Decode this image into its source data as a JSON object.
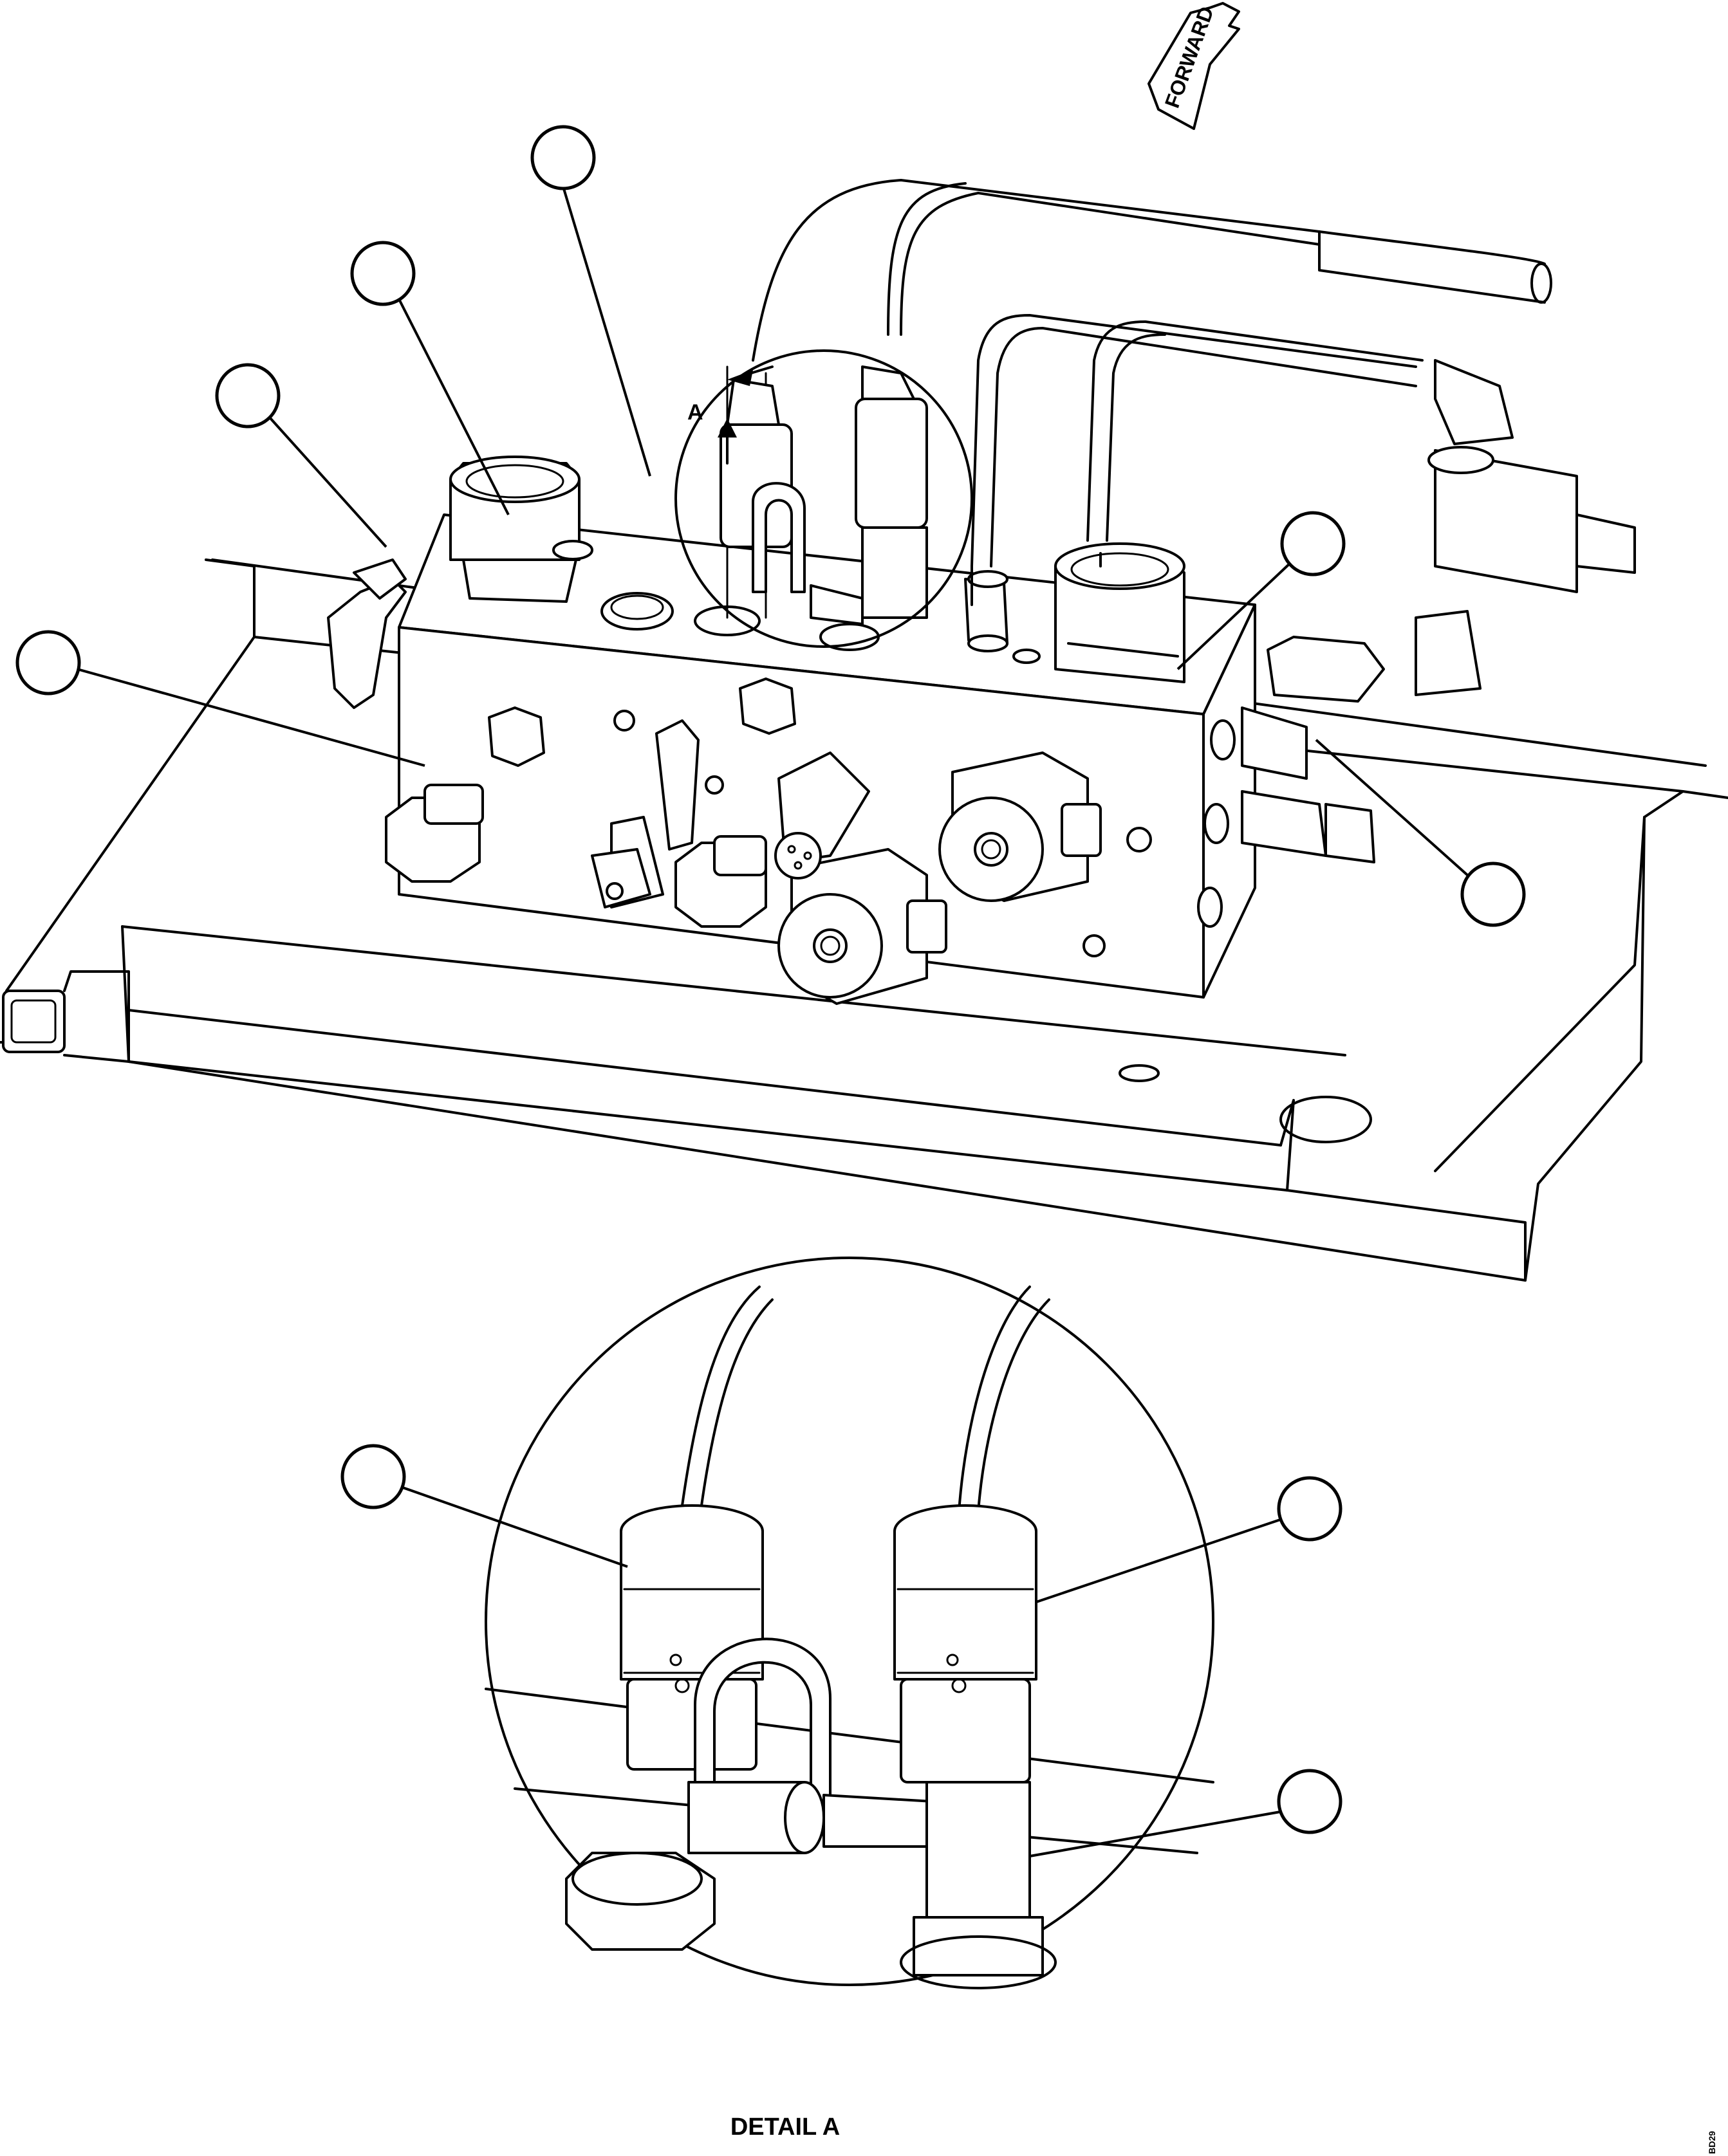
{
  "direction_arrow": {
    "label": "FORWARD"
  },
  "view_marker": {
    "letter": "A"
  },
  "detail_caption": "DETAIL A",
  "drawing_id": "BD29",
  "callouts": {
    "main_view": [
      "",
      "",
      "",
      "",
      "",
      ""
    ],
    "detail_view": [
      "",
      "",
      ""
    ]
  }
}
